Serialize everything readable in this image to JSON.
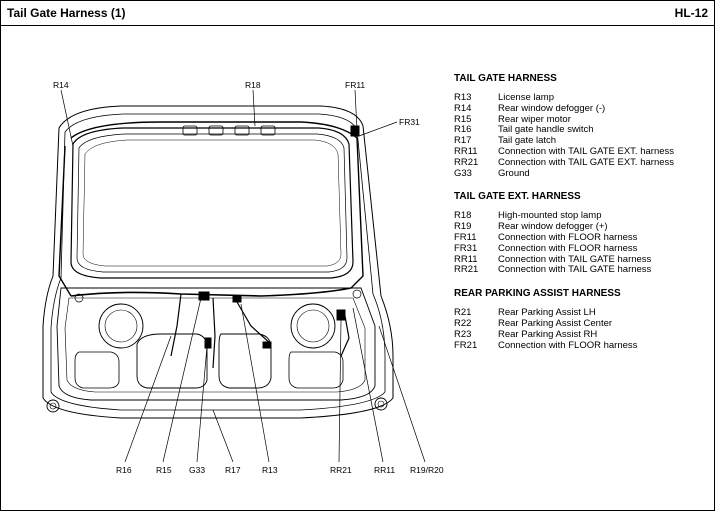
{
  "header": {
    "title": "Tail Gate Harness (1)",
    "page": "HL-12"
  },
  "callouts": {
    "r14": "R14",
    "r18": "R18",
    "fr11": "FR11",
    "fr31": "FR31",
    "r16": "R16",
    "r15": "R15",
    "g33": "G33",
    "r17": "R17",
    "r13": "R13",
    "rr21": "RR21",
    "rr11": "RR11",
    "r19r20": "R19/R20"
  },
  "sections": [
    {
      "title": "TAIL GATE HARNESS",
      "items": [
        {
          "code": "R13",
          "desc": "License lamp"
        },
        {
          "code": "R14",
          "desc": "Rear window defogger (-)"
        },
        {
          "code": "R15",
          "desc": "Rear wiper motor"
        },
        {
          "code": "R16",
          "desc": "Tail gate handle switch"
        },
        {
          "code": "R17",
          "desc": "Tail gate latch"
        },
        {
          "code": "RR11",
          "desc": "Connection with TAIL GATE EXT. harness"
        },
        {
          "code": "RR21",
          "desc": "Connection with TAIL GATE EXT. harness"
        },
        {
          "code": "G33",
          "desc": "Ground"
        }
      ]
    },
    {
      "title": "TAIL GATE EXT. HARNESS",
      "items": [
        {
          "code": "R18",
          "desc": "High-mounted stop lamp"
        },
        {
          "code": "R19",
          "desc": "Rear window defogger (+)"
        },
        {
          "code": "FR11",
          "desc": "Connection with FLOOR harness"
        },
        {
          "code": "FR31",
          "desc": "Connection with FLOOR harness"
        },
        {
          "code": "RR11",
          "desc": "Connection with TAIL GATE harness"
        },
        {
          "code": "RR21",
          "desc": "Connection with TAIL GATE harness"
        }
      ]
    },
    {
      "title": "REAR PARKING ASSIST HARNESS",
      "items": [
        {
          "code": "R21",
          "desc": "Rear Parking Assist LH"
        },
        {
          "code": "R22",
          "desc": "Rear Parking Assist Center"
        },
        {
          "code": "R23",
          "desc": "Rear Parking Assist RH"
        },
        {
          "code": "FR21",
          "desc": "Connection with FLOOR harness"
        }
      ]
    }
  ]
}
